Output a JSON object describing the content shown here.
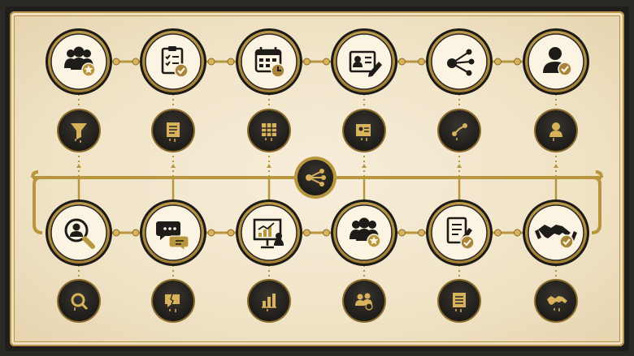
{
  "colors": {
    "gold": "#b8963e",
    "gold_light": "#d9b35c",
    "node_fill": "#fbf4e3",
    "ring_dark": "#1c1a17",
    "dark_fill": "#2a2723",
    "icon_dark": "#1e1c19",
    "check_fill": "#a8843a"
  },
  "top_row": [
    {
      "id": "team-star",
      "icon": "team-star-icon",
      "small_icon": "funnel-icon"
    },
    {
      "id": "clipboard-check",
      "icon": "clipboard-check-icon",
      "small_icon": "document-list-icon"
    },
    {
      "id": "calendar-clock",
      "icon": "calendar-clock-icon",
      "small_icon": "calendar-grid-icon"
    },
    {
      "id": "profile-edit",
      "icon": "profile-card-edit-icon",
      "small_icon": "profile-card-icon"
    },
    {
      "id": "distribute",
      "icon": "distribute-icon",
      "small_icon": "share-icon"
    },
    {
      "id": "person-check",
      "icon": "person-check-icon",
      "small_icon": "person-icon"
    }
  ],
  "bottom_row": [
    {
      "id": "search-person",
      "icon": "search-person-icon",
      "small_icon": "search-icon"
    },
    {
      "id": "chat",
      "icon": "chat-bubbles-icon",
      "small_icon": "chat-broken-icon"
    },
    {
      "id": "presentation",
      "icon": "presentation-chart-icon",
      "small_icon": "bar-chart-icon"
    },
    {
      "id": "team-star-2",
      "icon": "team-star-icon",
      "small_icon": "team-star-small-icon"
    },
    {
      "id": "document-check",
      "icon": "document-edit-check-icon",
      "small_icon": "document-lines-icon"
    },
    {
      "id": "handshake",
      "icon": "handshake-check-icon",
      "small_icon": "handshake-icon"
    }
  ],
  "hub": {
    "id": "hub",
    "icon": "network-share-icon"
  }
}
